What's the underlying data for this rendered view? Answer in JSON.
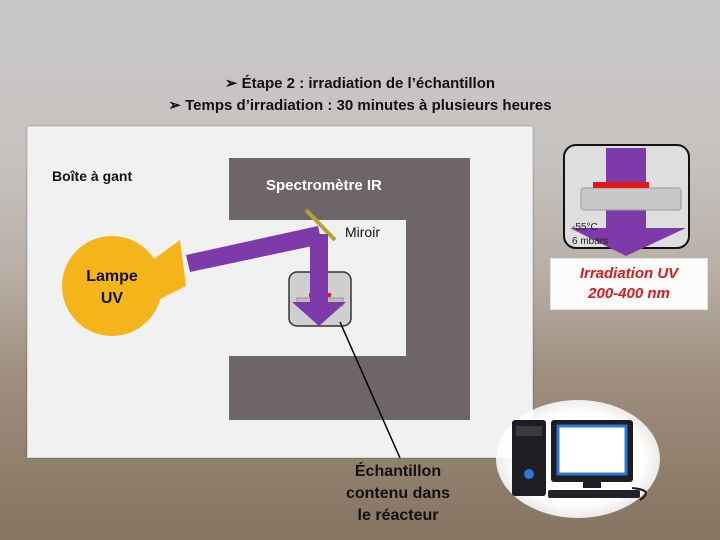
{
  "header": {
    "step_line": "Étape 2 : irradiation de l’échantillon",
    "time_line": "Temps d’irradiation : 30 minutes à plusieurs heures",
    "bullet": "➢"
  },
  "diagram": {
    "glovebox_label": "Boîte à gant",
    "spectrometer_label": "Spectromètre IR",
    "mirror_label": "Miroir",
    "lamp_label_line1": "Lampe",
    "lamp_label_line2": "UV",
    "sample_label_line1": "Échantillon",
    "sample_label_line2": "contenu dans",
    "sample_label_line3": "le réacteur"
  },
  "reactor_inset": {
    "temperature": "-55°C",
    "pressure": "6 mbars",
    "irradiation_line1": "Irradiation UV",
    "irradiation_line2": "200-400 nm"
  },
  "colors": {
    "beam": "#7e3aa8",
    "lamp": "#f4b51a",
    "spectrometer": "#6d6567",
    "sample_red": "#e01818",
    "mirror": "#b8a030",
    "irradiation_text": "#e01818"
  },
  "icons": {
    "bullet_icon": "arrow-bullet",
    "computer_icon": "desktop-computer"
  }
}
